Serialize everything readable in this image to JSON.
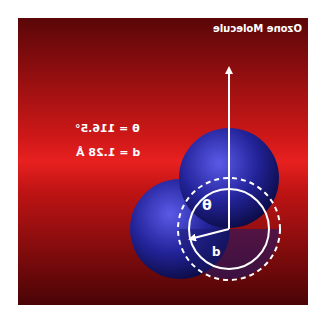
{
  "diagram": {
    "title": "Ozone Molecule",
    "labels": [
      "θ = 116.5°",
      "d = 1.28 Å",
      "θ",
      "d"
    ]
  }
}
